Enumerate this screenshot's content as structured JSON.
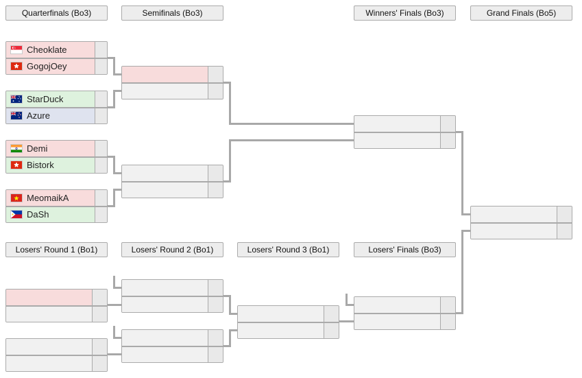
{
  "headers": {
    "quarterfinals": "Quarterfinals (Bo3)",
    "semifinals": "Semifinals (Bo3)",
    "winners_finals": "Winners' Finals (Bo3)",
    "grand_finals": "Grand Finals (Bo5)",
    "losers_round1": "Losers' Round 1 (Bo1)",
    "losers_round2": "Losers' Round 2 (Bo1)",
    "losers_round3": "Losers' Round 3 (Bo1)",
    "losers_finals": "Losers' Finals (Bo3)"
  },
  "colors": {
    "slot_highlight_red": "#f8dcdc",
    "slot_highlight_green": "#def2de",
    "slot_highlight_blue": "#dfe3ef",
    "slot_empty": "#f1f1f1",
    "score_cell": "#e9e9e9",
    "header_bg": "#ededed",
    "border": "#aaaaaa",
    "connector_line": "#a8a8a8"
  },
  "matches": {
    "qf1": {
      "p1": {
        "name": "Cheoklate",
        "flag": "Singapore",
        "score": "",
        "highlight": "red"
      },
      "p2": {
        "name": "GogojOey",
        "flag": "Hong Kong",
        "score": "",
        "highlight": "red"
      }
    },
    "qf2": {
      "p1": {
        "name": "StarDuck",
        "flag": "Australia",
        "score": "",
        "highlight": "green"
      },
      "p2": {
        "name": "Azure",
        "flag": "New Zealand",
        "score": "",
        "highlight": "blue"
      }
    },
    "qf3": {
      "p1": {
        "name": "Demi",
        "flag": "India",
        "score": "",
        "highlight": "red"
      },
      "p2": {
        "name": "Bistork",
        "flag": "Hong Kong",
        "score": "",
        "highlight": "green"
      }
    },
    "qf4": {
      "p1": {
        "name": "MeomaikA",
        "flag": "Vietnam",
        "score": "",
        "highlight": "red"
      },
      "p2": {
        "name": "DaSh",
        "flag": "Philippines",
        "score": "",
        "highlight": "green"
      }
    },
    "sf1": {
      "p1": {
        "name": "",
        "score": "",
        "highlight": "red"
      },
      "p2": {
        "name": "",
        "score": "",
        "highlight": null
      }
    },
    "sf2": {
      "p1": {
        "name": "",
        "score": "",
        "highlight": null
      },
      "p2": {
        "name": "",
        "score": "",
        "highlight": null
      }
    },
    "wf": {
      "p1": {
        "name": "",
        "score": "",
        "highlight": null
      },
      "p2": {
        "name": "",
        "score": "",
        "highlight": null
      }
    },
    "gf": {
      "p1": {
        "name": "",
        "score": "",
        "highlight": null
      },
      "p2": {
        "name": "",
        "score": "",
        "highlight": null
      }
    },
    "lr1m1": {
      "p1": {
        "name": "",
        "score": "",
        "highlight": "red"
      },
      "p2": {
        "name": "",
        "score": "",
        "highlight": null
      }
    },
    "lr1m2": {
      "p1": {
        "name": "",
        "score": "",
        "highlight": null
      },
      "p2": {
        "name": "",
        "score": "",
        "highlight": null
      }
    },
    "lr2m1": {
      "p1": {
        "name": "",
        "score": "",
        "highlight": null
      },
      "p2": {
        "name": "",
        "score": "",
        "highlight": null
      }
    },
    "lr2m2": {
      "p1": {
        "name": "",
        "score": "",
        "highlight": null
      },
      "p2": {
        "name": "",
        "score": "",
        "highlight": null
      }
    },
    "lr3": {
      "p1": {
        "name": "",
        "score": "",
        "highlight": null
      },
      "p2": {
        "name": "",
        "score": "",
        "highlight": null
      }
    },
    "lf": {
      "p1": {
        "name": "",
        "score": "",
        "highlight": null
      },
      "p2": {
        "name": "",
        "score": "",
        "highlight": null
      }
    }
  }
}
